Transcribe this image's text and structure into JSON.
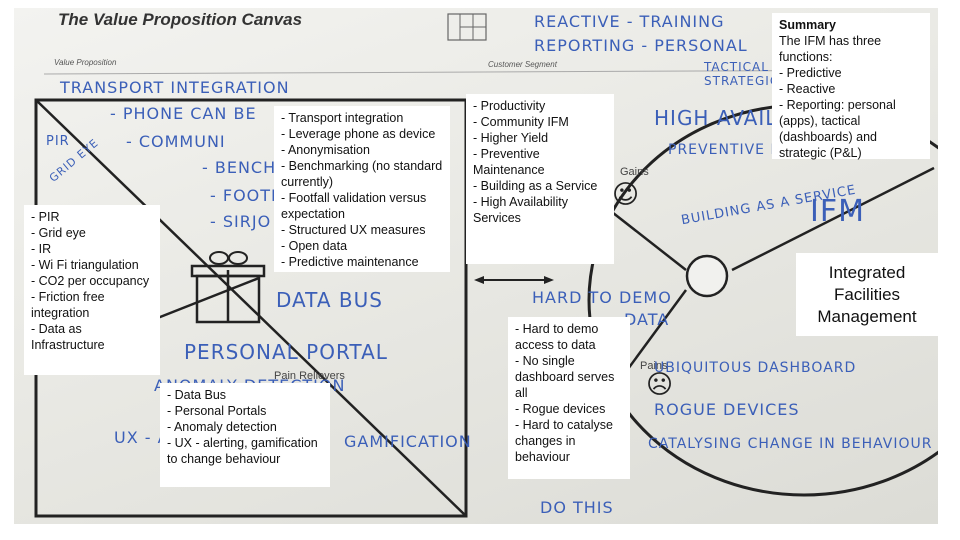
{
  "canvas": {
    "title": "The Value Proposition Canvas",
    "value_proposition_label": "Value Proposition",
    "customer_segment_label": "Customer Segment",
    "pain_relievers_label": "Pain Relievers",
    "pains_label": "Pains",
    "gains_label": "Gains",
    "handwriting": [
      "REACTIVE - TRAINING",
      "REPORTING - PERSONAL",
      "TACTICAL",
      "STRATEGIC",
      "TRANSPORT INTEGRATION",
      "- PHONE CAN BE",
      "- COMMUNI",
      "- BENCH",
      "- FOOTF",
      "- SIRJO",
      "PIR",
      "GRID EYE",
      "DATA BUS",
      "PERSONAL PORTAL",
      "ANOMALY DETECTION",
      "UX - ALERTING",
      "GAMIFICATION",
      "HIGH AVAIL",
      "PREVENTIVE MAINT",
      "BUILDING AS A SERVICE",
      "IFM",
      "HARD TO DEMO",
      "DATA",
      "UBIQUITOUS DASHBOARD",
      "ROGUE DEVICES",
      "CATALYSING CHANGE IN BEHAVIOUR",
      "DO THIS"
    ]
  },
  "summary": {
    "title": "Summary",
    "lines": [
      "The IFM has three functions:",
      "- Predictive",
      "- Reactive",
      "- Reporting: personal (apps), tactical (dashboards) and strategic (P&L)"
    ]
  },
  "ifm_box": {
    "text": "Integrated Facilities Management"
  },
  "notes": {
    "gain_creators": [
      "- Transport integration",
      "- Leverage phone as device",
      "- Anonymisation",
      "- Benchmarking (no standard currently)",
      "- Footfall validation versus expectation",
      "- Structured UX measures",
      "- Open data",
      "- Predictive maintenance"
    ],
    "gains": [
      "- Productivity",
      "- Community IFM",
      "- Higher Yield",
      "- Preventive Maintenance",
      "- Building as a Service",
      "- High Availability Services"
    ],
    "products": [
      "- PIR",
      "- Grid eye",
      "- IR",
      "- Wi Fi triangulation",
      "- CO2 per occupancy",
      "- Friction free integration",
      "- Data as Infrastructure"
    ],
    "pains": [
      "- Hard to demo access to data",
      "- No single dashboard serves all",
      "- Rogue devices",
      "- Hard to catalyse changes in behaviour"
    ],
    "pain_relievers": [
      "- Data Bus",
      "- Personal Portals",
      "- Anomaly detection",
      "- UX - alerting, gamification to change behaviour"
    ]
  }
}
